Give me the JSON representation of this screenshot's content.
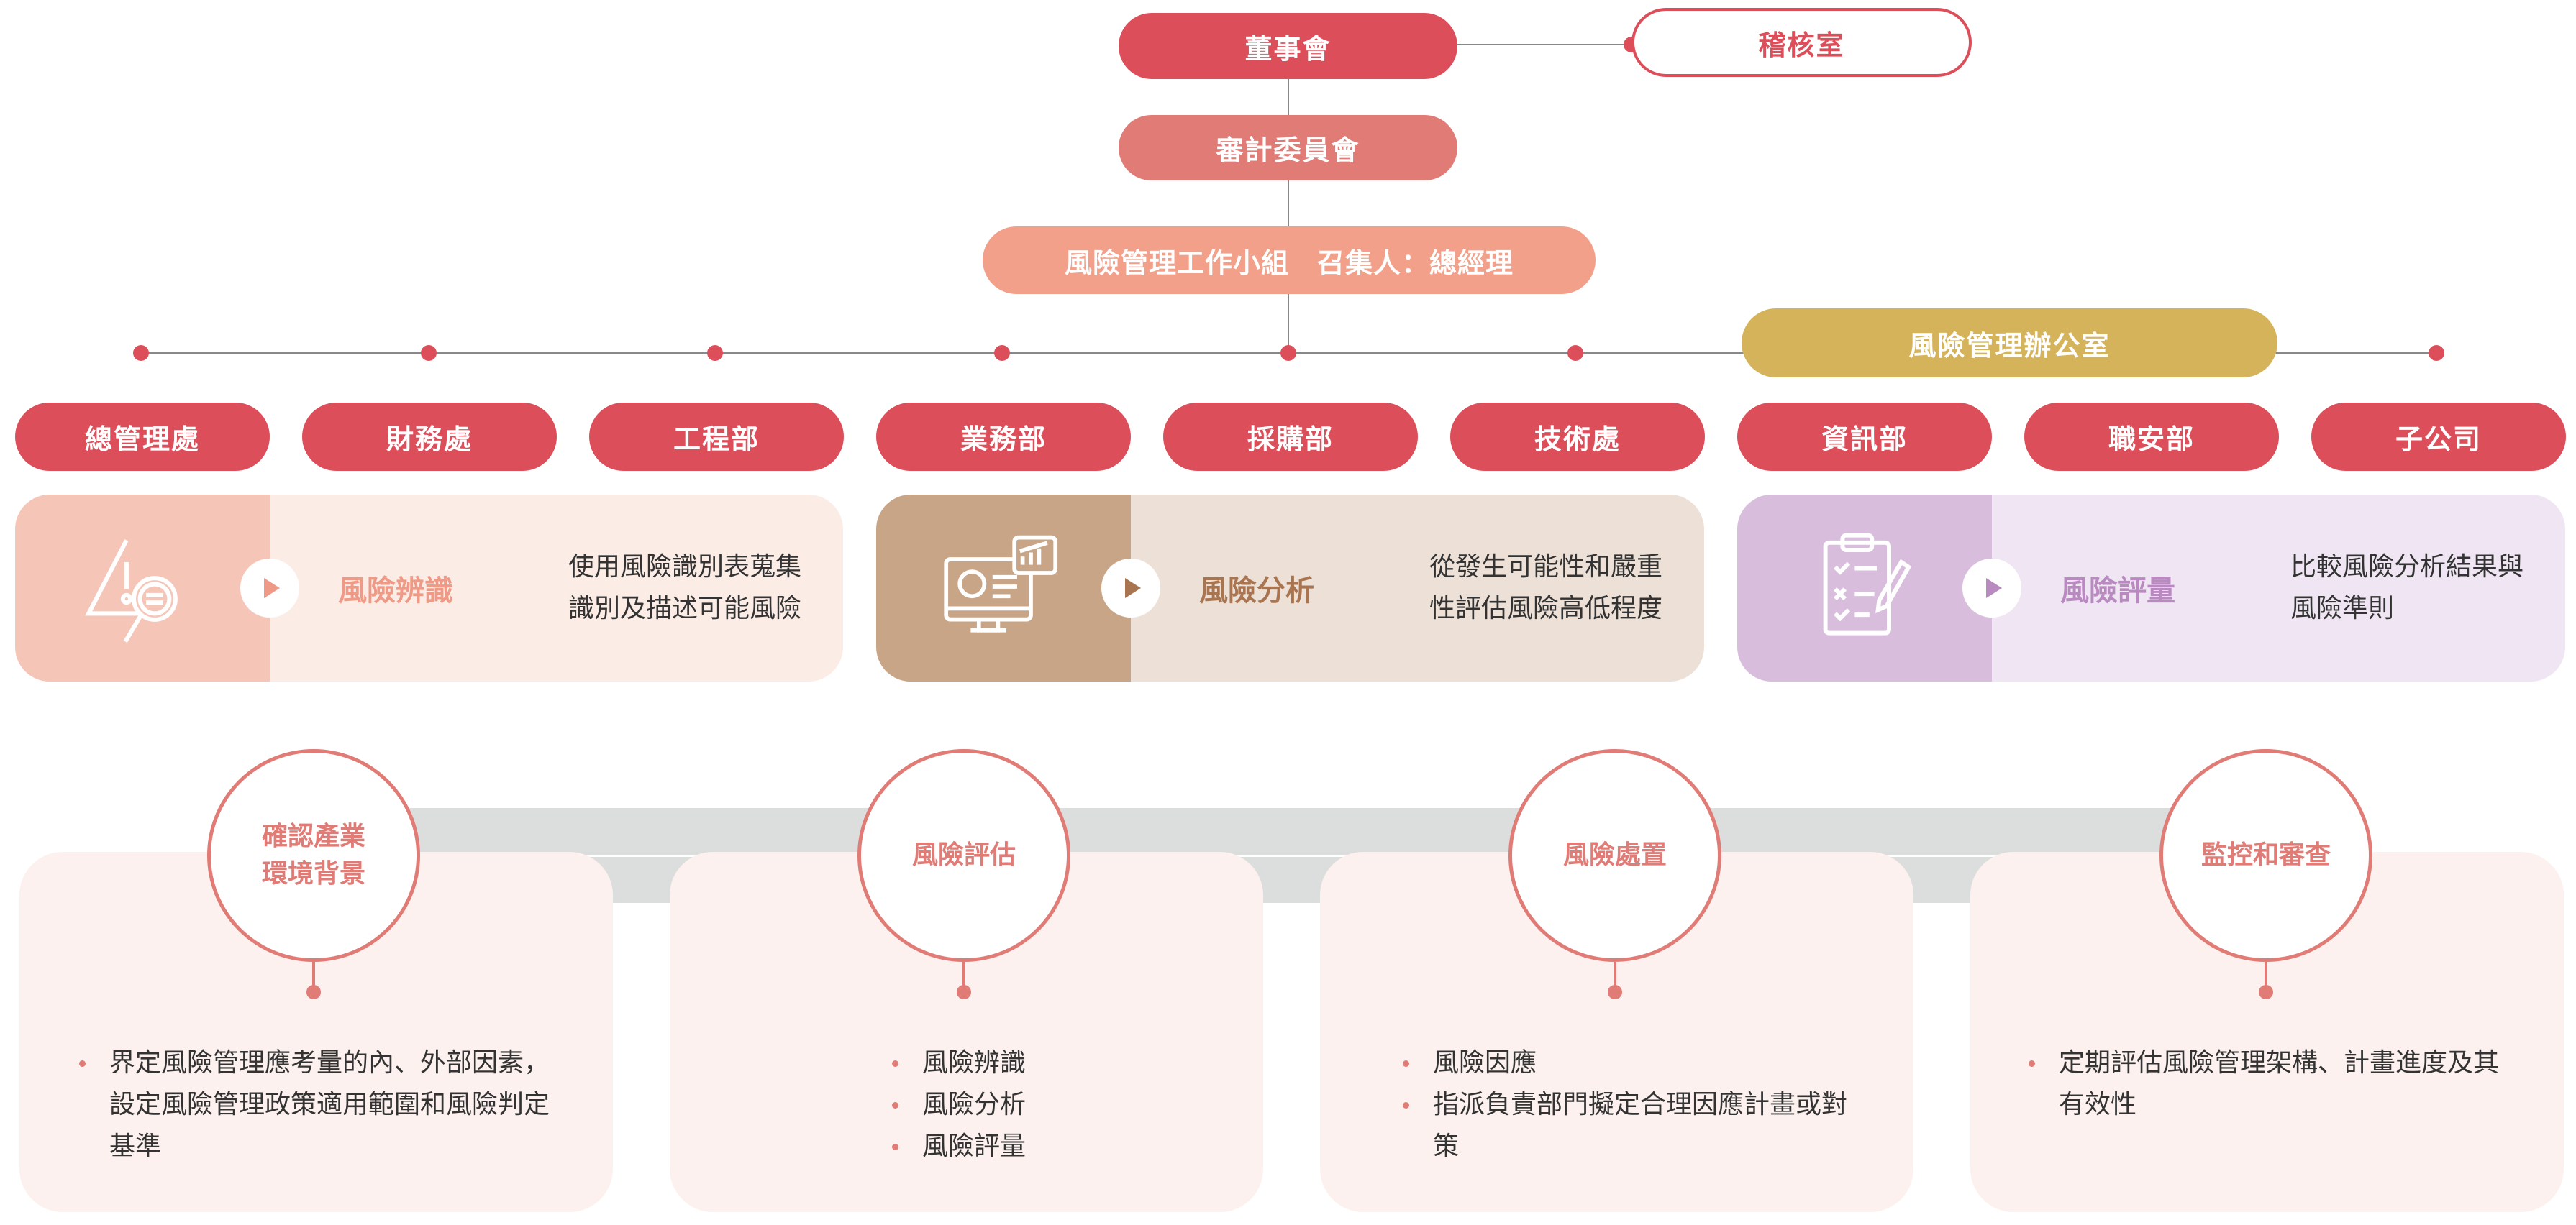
{
  "org": {
    "board": "董事會",
    "audit_office": "稽核室",
    "audit_committee": "審計委員會",
    "task_force": "風險管理工作小組　召集人：總經理",
    "risk_office": "風險管理辦公室",
    "departments": [
      "總管理處",
      "財務處",
      "工程部",
      "業務部",
      "採購部",
      "技術處",
      "資訊部",
      "職安部",
      "子公司"
    ]
  },
  "process_cards": [
    {
      "title": "風險辨識",
      "desc_lines": [
        "使用風險識別表蒐集",
        "識別及描述可能風險"
      ],
      "icon": "warning-search-icon",
      "left_color": "#f5c6b8",
      "right_color": "#fcece6",
      "accent": "#ee9a86"
    },
    {
      "title": "風險分析",
      "desc_lines": [
        "從發生可能性和嚴重",
        "性評估風險高低程度"
      ],
      "icon": "monitor-chart-icon",
      "left_color": "#c9a587",
      "right_color": "#ede1d7",
      "accent": "#a87550"
    },
    {
      "title": "風險評量",
      "desc_lines": [
        "比較風險分析結果與",
        "風險準則"
      ],
      "icon": "clipboard-checklist-icon",
      "left_color": "#d8bedc",
      "right_color": "#f0e6f3",
      "accent": "#b98ac0"
    }
  ],
  "steps": [
    {
      "title_lines": [
        "確認產業",
        "環境背景"
      ],
      "bullets": [
        "界定風險管理應考量的內、外部因素，設定風險管理政策適用範圍和風險判定基準"
      ]
    },
    {
      "title_lines": [
        "風險評估"
      ],
      "bullets": [
        "風險辨識",
        "風險分析",
        "風險評量"
      ]
    },
    {
      "title_lines": [
        "風險處置"
      ],
      "bullets": [
        "風險因應",
        "指派負責部門擬定合理因應計畫或對策"
      ]
    },
    {
      "title_lines": [
        "監控和審查"
      ],
      "bullets": [
        "定期評估風險管理架構、計畫進度及其有效性"
      ]
    }
  ],
  "colors": {
    "red": "#dc4f5a",
    "salmon": "#e07b76",
    "peach": "#f2a08a",
    "gold": "#d4b35a"
  }
}
